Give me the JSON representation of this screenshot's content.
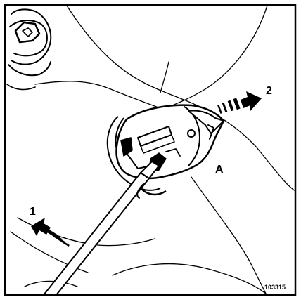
{
  "diagram": {
    "callouts": {
      "arrow_1": "1",
      "arrow_2": "2",
      "part_a": "A"
    },
    "reference_number": "103315"
  }
}
